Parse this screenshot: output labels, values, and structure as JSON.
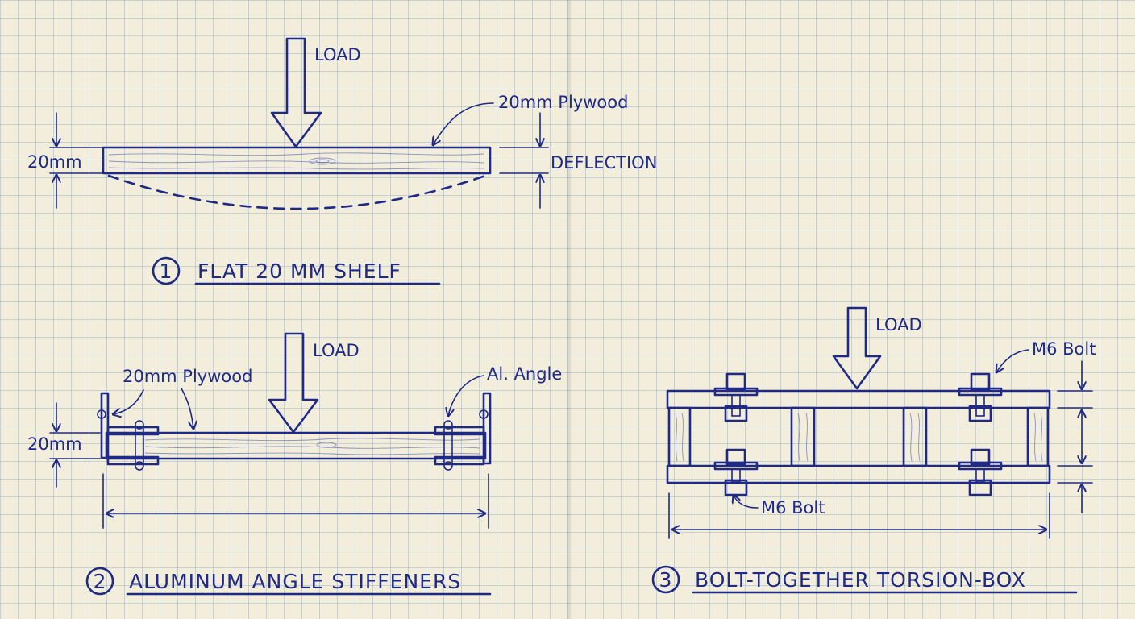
{
  "colors": {
    "ink": "#1e2a86",
    "paper": "#f3eedb",
    "grid": "#96aabe"
  },
  "panel1": {
    "load_label": "LOAD",
    "material_label": "20mm Plywood",
    "thickness_label": "20mm",
    "deflection_label": "DEFLECTION",
    "number": "1",
    "caption": "FLAT 20 MM SHELF"
  },
  "panel2": {
    "load_label": "LOAD",
    "material_label": "20mm Plywood",
    "angle_label": "Al. Angle",
    "thickness_label": "20mm",
    "number": "2",
    "caption": "ALUMINUM ANGLE STIFFENERS"
  },
  "panel3": {
    "load_label": "LOAD",
    "bolt_label_top": "M6 Bolt",
    "bolt_label_bottom": "M6 Bolt",
    "number": "3",
    "caption": "BOLT-TOGETHER TORSION-BOX"
  }
}
